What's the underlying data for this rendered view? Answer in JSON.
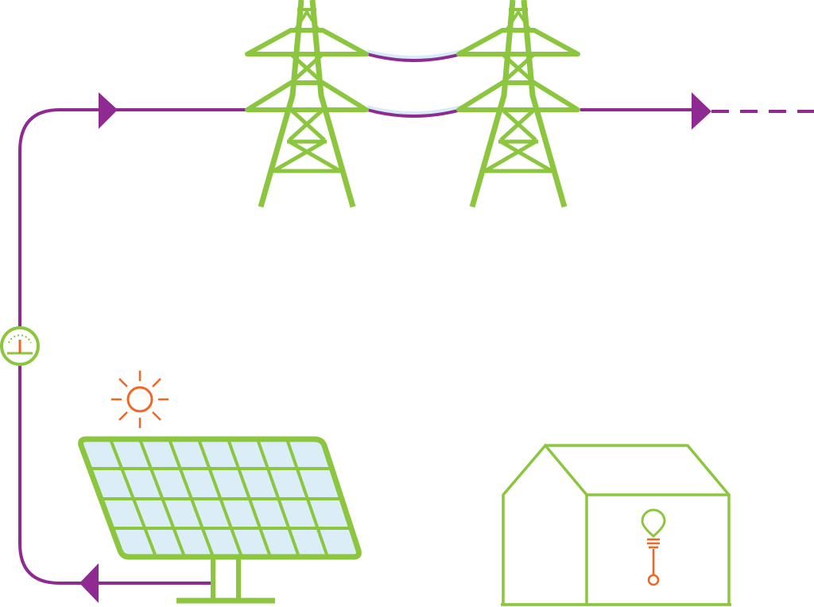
{
  "colors": {
    "grid_green": "#8cc63f",
    "power_purple": "#8e2a92",
    "sun_orange": "#f26522",
    "panel_cell": "#dbeef8",
    "wire_glow": "#d6ecf7"
  },
  "components": [
    {
      "id": "pylon-left",
      "icon": "transmission-tower-icon"
    },
    {
      "id": "pylon-right",
      "icon": "transmission-tower-icon"
    },
    {
      "id": "meter",
      "icon": "power-meter-icon"
    },
    {
      "id": "sun",
      "icon": "sun-icon"
    },
    {
      "id": "solar-panel",
      "icon": "solar-panel-icon"
    },
    {
      "id": "house",
      "icon": "house-icon"
    },
    {
      "id": "bulb",
      "icon": "light-bulb-icon"
    }
  ],
  "flow": {
    "direction_arrows": [
      "arrow-right-icon",
      "arrow-right-icon",
      "arrow-left-icon"
    ],
    "continues_offscreen": true
  }
}
